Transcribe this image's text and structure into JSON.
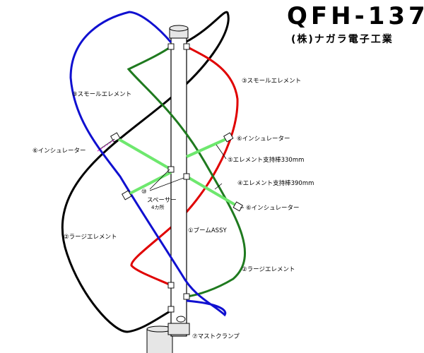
{
  "header": {
    "title": "QFH-137",
    "maker": "(株)ナガラ電子工業"
  },
  "labels": {
    "small_element_left": "③スモールエレメント",
    "small_element_right": "③スモールエレメント",
    "insulator_left": "⑥インシュレーター",
    "insulator_right_upper": "⑥インシュレーター",
    "insulator_right_lower": "⑥インシュレーター",
    "support_330": "⑤エレメント支持棒330mm",
    "support_390": "④エレメント支持棒390mm",
    "spacer_no": "⑩",
    "spacer_name": "スペーサー",
    "spacer_qty": "4カ所",
    "boom": "①ブームASSY",
    "large_element_left": "②ラージエレメント",
    "large_element_right": "②ラージエレメント",
    "mast_clamp": "⑦マストクランプ"
  },
  "colors": {
    "small_element_red": "#e00000",
    "small_element_green": "#1f7a1f",
    "large_element_blue": "#1010d0",
    "large_element_black": "#000000",
    "support_rod": "#6ee86e",
    "insulator_arrow": "#cc44cc"
  }
}
